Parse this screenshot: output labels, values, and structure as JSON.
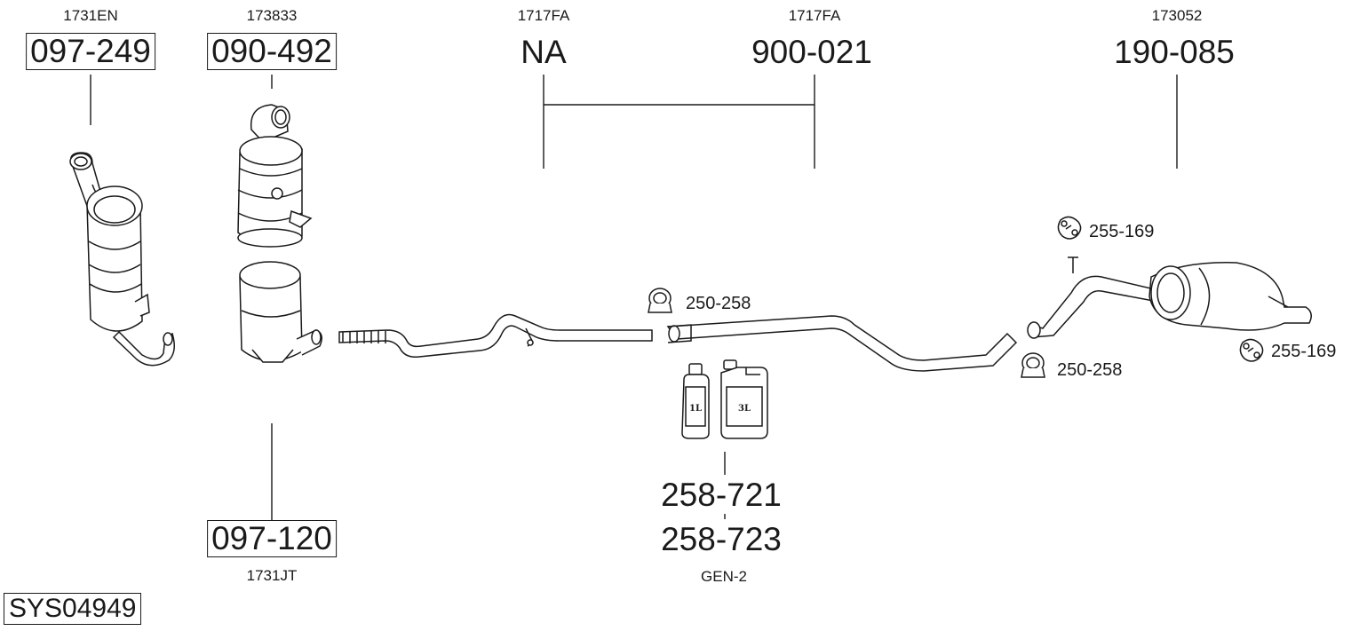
{
  "system_code": "SYS04949",
  "parts": [
    {
      "oe": "1731EN",
      "number": "097-249",
      "boxed": true
    },
    {
      "oe": "173833",
      "number": "090-492",
      "boxed": true
    },
    {
      "oe": "1731JT",
      "number": "097-120",
      "boxed": true
    },
    {
      "oe": "1717FA",
      "number": "NA",
      "boxed": false
    },
    {
      "oe": "1717FA",
      "number": "900-021",
      "boxed": false
    },
    {
      "oe": "173052",
      "number": "190-085",
      "boxed": false
    }
  ],
  "fluid": {
    "numbers": [
      "258-721",
      "258-723"
    ],
    "code": "GEN-2",
    "bottle_small_label": "1L",
    "bottle_large_label": "3L"
  },
  "accessories": {
    "clamp_1": "250-258",
    "clamp_2": "250-258",
    "mount_1": "255-169",
    "mount_2": "255-169"
  },
  "icons": [
    "catalytic-converter-icon",
    "particulate-filter-icon",
    "exhaust-pipe-icon",
    "silencer-icon",
    "clamp-icon",
    "rubber-mount-icon",
    "fluid-bottle-icon"
  ],
  "colors": {
    "ink": "#1a1a1a",
    "background": "#ffffff"
  }
}
